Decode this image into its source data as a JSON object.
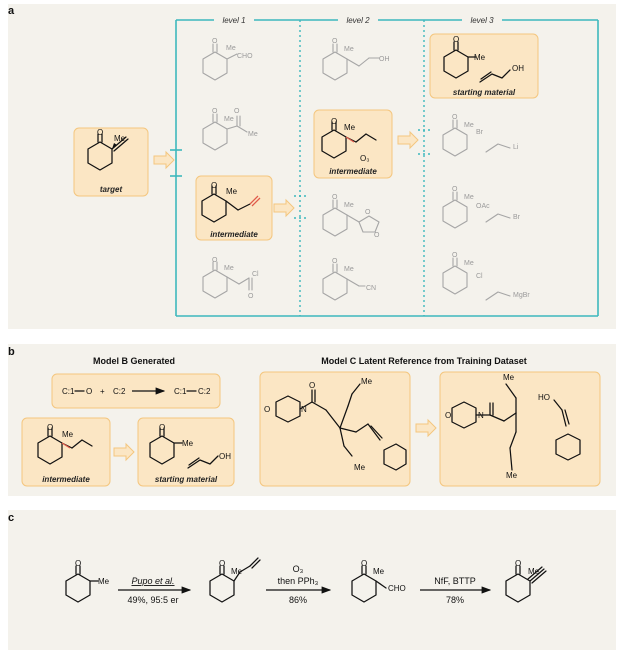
{
  "panels": {
    "a": "a",
    "b": "b",
    "c": "c"
  },
  "panel_a": {
    "levels": [
      "level 1",
      "level 2",
      "level 3"
    ],
    "target_label": "target",
    "intermediate_label_l1": "intermediate",
    "intermediate_label_l2": "intermediate",
    "starting_label_l3": "starting material",
    "ozone": "O₃",
    "atoms": {
      "me": "Me",
      "cho": "CHO",
      "oh": "OH",
      "o": "O",
      "cl": "Cl",
      "cn": "CN",
      "br": "Br",
      "li": "Li",
      "oac": "OAc",
      "mgbr": "MgBr"
    }
  },
  "panel_b": {
    "model_b_title": "Model B Generated",
    "model_c_title": "Model C Latent Reference from Training Dataset",
    "c1": "C:1",
    "o": "O",
    "plus": "+",
    "c2": "C:2",
    "product_c1": "C:1",
    "product_c2": "C:2",
    "intermediate_label": "intermediate",
    "starting_label": "starting material",
    "atoms": {
      "me": "Me",
      "oh": "OH",
      "ho": "HO",
      "n": "N",
      "o": "O"
    }
  },
  "panel_c": {
    "step1_reagent": "Pupo et al.",
    "step1_yield": "49%, 95:5 er",
    "step2_reagent_top": "O₃",
    "step2_reagent": "then PPh₃",
    "step2_yield": "86%",
    "step3_reagent": "NfF, BTTP",
    "step3_yield": "78%",
    "atoms": {
      "me": "Me",
      "o": "O",
      "cho": "CHO"
    }
  }
}
